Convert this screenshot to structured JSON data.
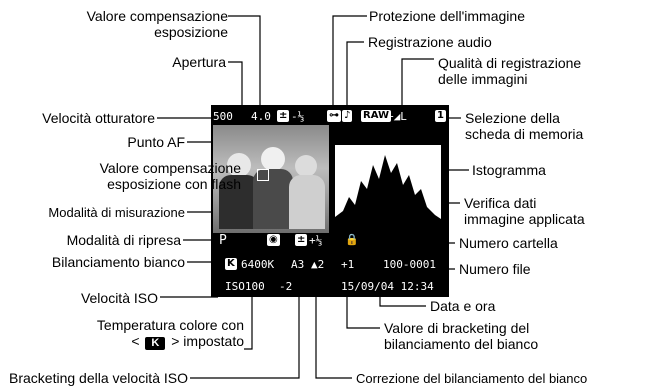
{
  "labels": {
    "valore_comp_l1": "Valore compensazione",
    "valore_comp_l2": "esposizione",
    "apertura": "Apertura",
    "velocita_otturatore": "Velocità otturatore",
    "punto_af": "Punto AF",
    "comp_flash_l1": "Valore compensazione",
    "comp_flash_l2": "esposizione con flash",
    "misurazione": "Modalità di misurazione",
    "ripresa": "Modalità di ripresa",
    "bilanciamento": "Bilanciamento bianco",
    "iso": "Velocità ISO",
    "temp_l1": "Temperatura colore con",
    "temp_l2_pre": "<",
    "temp_l2_post": "> impostato",
    "bracketing_iso": "Bracketing della velocità ISO",
    "protezione": "Protezione dell'immagine",
    "audio": "Registrazione audio",
    "qualita_l1": "Qualità di registrazione",
    "qualita_l2": "delle immagini",
    "scheda_l1": "Selezione della",
    "scheda_l2": "scheda di memoria",
    "istogramma": "Istogramma",
    "verifica_l1": "Verifica dati",
    "verifica_l2": "immagine applicata",
    "cartella": "Numero cartella",
    "file": "Numero file",
    "data_ora": "Data e ora",
    "bracket_wb_l1": "Valore di bracketing del",
    "bracket_wb_l2": "bilanciamento del bianco",
    "correzione_wb": "Correzione del bilanciamento del bianco"
  },
  "lcd": {
    "shutter": "500",
    "aperture": "4.0",
    "exp_comp": "-⅓",
    "quality": "RAW",
    "quality_suffix": "+◢L",
    "card": "1",
    "mode": "P",
    "flash_comp": "+⅓",
    "wb_tag": "K",
    "kelvin": "6400K",
    "wb_shift_a": "A3",
    "wb_shift_b": "▲2",
    "wb_bracket": "+1",
    "folder_file": "100-0001",
    "iso": "ISO100",
    "iso_bracket": "-2",
    "date_time": "15/09/04 12:34"
  },
  "icons": {
    "k_tag": "K"
  }
}
